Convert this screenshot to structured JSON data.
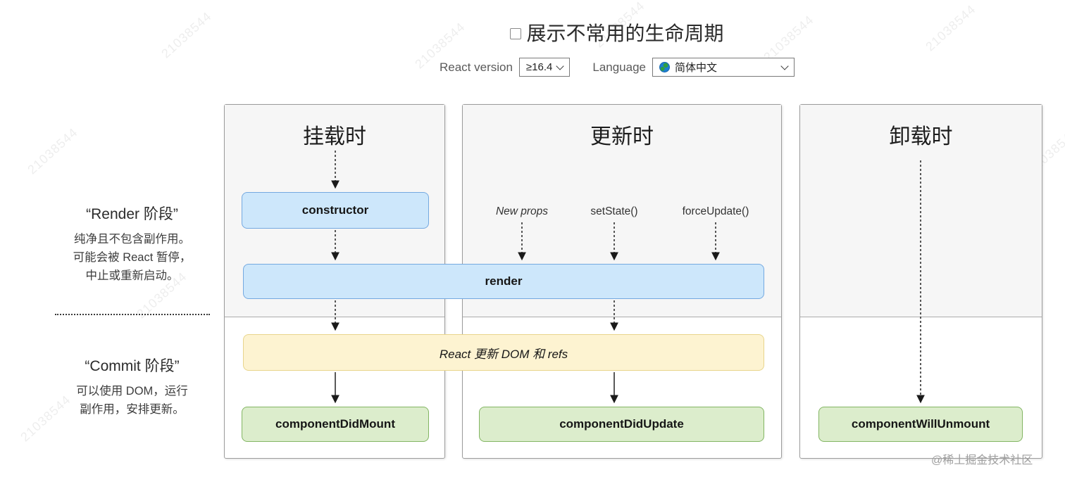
{
  "header": {
    "title": "展示不常用的生命周期",
    "checkbox_checked": false
  },
  "controls": {
    "react_version_label": "React version",
    "react_version_value": "≥16.4",
    "language_label": "Language",
    "language_value": "简体中文"
  },
  "phase_panel": {
    "render": {
      "name": "“Render 阶段”",
      "desc_lines": [
        "纯净且不包含副作用。",
        "可能会被 React 暂停，",
        "中止或重新启动。"
      ]
    },
    "commit": {
      "name": "“Commit 阶段”",
      "desc_lines": [
        "可以使用 DOM，运行",
        "副作用，安排更新。"
      ]
    }
  },
  "columns": {
    "mounting": {
      "title": "挂载时"
    },
    "updating": {
      "title": "更新时",
      "triggers": [
        "New props",
        "setState()",
        "forceUpdate()"
      ]
    },
    "unmounting": {
      "title": "卸载时"
    }
  },
  "boxes": {
    "constructor": "constructor",
    "render": "render",
    "react_updates_dom": "React 更新 DOM 和 refs",
    "component_did_mount": "componentDidMount",
    "component_did_update": "componentDidUpdate",
    "component_will_unmount": "componentWillUnmount"
  },
  "watermark": {
    "text": "21038544"
  },
  "credit": "@稀土掘金技术社区",
  "colors": {
    "lifecycle_box_blue": "#cde7fb",
    "lifecycle_box_blue_border": "#74a9e0",
    "side_effect_box_yellow": "#fdf3d1",
    "side_effect_box_yellow_border": "#e8d58c",
    "commit_box_green": "#dcedcc",
    "commit_box_green_border": "#82b562",
    "render_phase_bg": "#f6f6f6",
    "column_border": "#9c9c9c"
  }
}
